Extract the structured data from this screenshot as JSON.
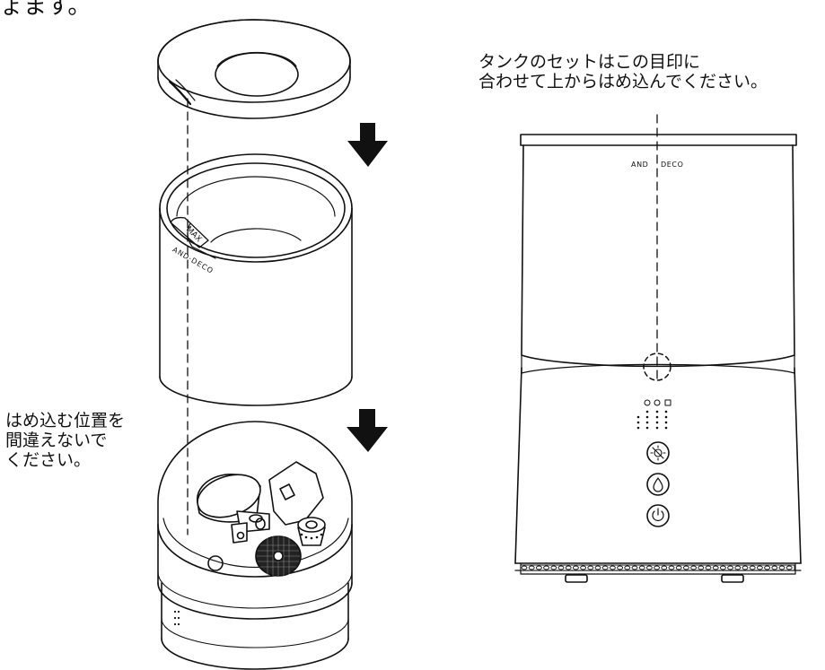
{
  "header_fragment": "ょます。",
  "right_note": {
    "line1": "タンクのセットはこの目印に",
    "line2": "合わせて上からはめ込んでください。"
  },
  "left_note": {
    "line1": "はめ込む位置を",
    "line2": "間違えないで",
    "line3": "ください。"
  },
  "device": {
    "brand": "AND·DECO",
    "brand_left": "AND",
    "brand_right": "DECO",
    "max_label": "MAX"
  },
  "colors": {
    "ink": "#111111",
    "paper": "#ffffff"
  },
  "icons": [
    "down-arrow-icon",
    "mist-off-icon",
    "water-drop-icon",
    "power-icon"
  ]
}
